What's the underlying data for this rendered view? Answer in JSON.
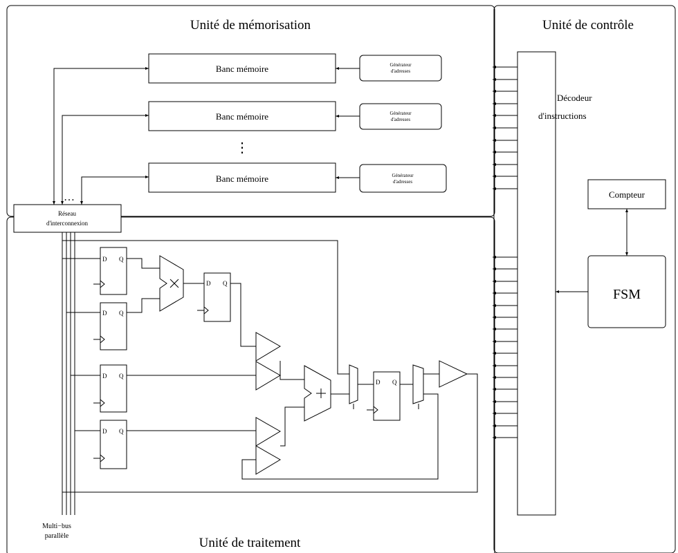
{
  "memory_unit": {
    "title": "Unité de mémorisation",
    "banks": [
      {
        "label": "Banc mémoire",
        "generator": [
          "Générateur",
          "d'adresses"
        ]
      },
      {
        "label": "Banc mémoire",
        "generator": [
          "Générateur",
          "d'adresses"
        ]
      },
      {
        "label": "Banc mémoire",
        "generator": [
          "Générateur",
          "d'adresses"
        ]
      }
    ],
    "vertical_ellipsis": "⋮",
    "horizontal_ellipsis": "…"
  },
  "interconnect": {
    "line1": "Réseau",
    "line2": "d'interconnexion"
  },
  "control_unit": {
    "title": "Unité de contrôle",
    "decoder": [
      "Décodeur",
      "d'instructions"
    ],
    "counter": "Compteur",
    "fsm": "FSM"
  },
  "processing_unit": {
    "title": "Unité de traitement",
    "bus_label": [
      "Multi−bus",
      "parallèle"
    ],
    "register_d": "D",
    "register_q": "Q"
  }
}
